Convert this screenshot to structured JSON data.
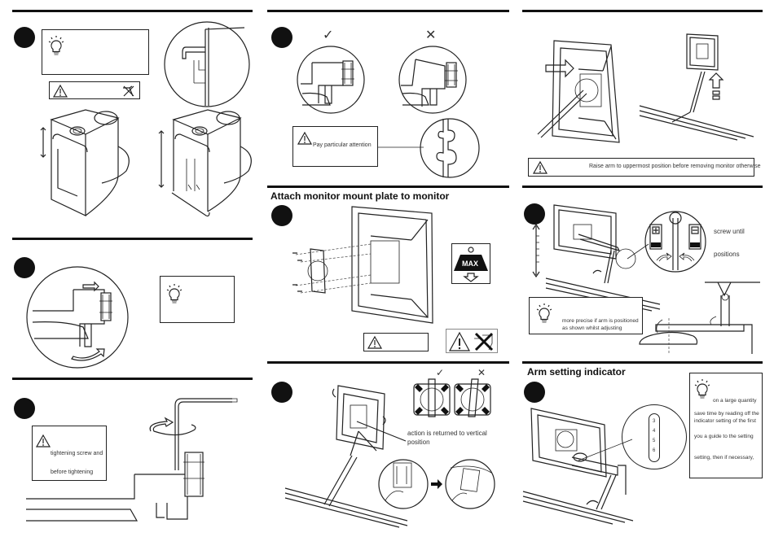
{
  "document": {
    "type": "assembly-instructions",
    "subject": "monitor arm desk clamp"
  },
  "panels": [
    {
      "id": "clamp-fit",
      "tip_box": {
        "icon": "lightbulb-icon",
        "text": ""
      },
      "warning_box": {
        "icon": "warning-icon",
        "secondary_icon": "no-tool-icon",
        "text": ""
      }
    },
    {
      "id": "clamp-check",
      "marks": {
        "correct": "✓",
        "incorrect": "✕"
      },
      "warning_box": {
        "icon": "warning-icon",
        "text": "Pay particular attention"
      }
    },
    {
      "id": "remove-monitor",
      "warning_box": {
        "icon": "warning-icon",
        "text": "Raise arm to uppermost position before removing monitor otherwise"
      }
    },
    {
      "id": "clamp-slide",
      "tip_box": {
        "icon": "lightbulb-icon",
        "text": ""
      }
    },
    {
      "id": "attach-plate",
      "heading": "Attach monitor mount plate to monitor",
      "max_weight_label": "MAX",
      "warning_box": {
        "icon": "warning-icon",
        "text": ""
      },
      "no_tool_badge": {
        "icon": "warning-icon",
        "secondary_icon": "no-power-tool-icon"
      }
    },
    {
      "id": "tension-adjust",
      "labels": {
        "screw_until": "screw until",
        "positions": "positions"
      },
      "tip_box": {
        "icon": "lightbulb-icon",
        "text_line1": "more precise if arm is positioned",
        "text_line2": "as shown whilst adjusting"
      }
    },
    {
      "id": "tighten-screw",
      "warning_box": {
        "icon": "warning-icon",
        "text_line1": "tightening screw and",
        "text_line2": "before tightening"
      }
    },
    {
      "id": "hang-monitor",
      "marks": {
        "correct": "✓",
        "incorrect": "✕"
      },
      "caption_line1": "action is returned to vertical",
      "caption_line2": "position"
    },
    {
      "id": "arm-setting-indicator",
      "heading": "Arm setting indicator",
      "indicator_scale": [
        "3",
        "4",
        "5",
        "6"
      ],
      "tip_box": {
        "icon": "lightbulb-icon",
        "line1": "on a large quantity",
        "line2": "save time by reading off the",
        "line3": "indicator setting of the first",
        "line4": "you a guide to the setting",
        "line5": "setting, then if necessary,"
      }
    }
  ]
}
